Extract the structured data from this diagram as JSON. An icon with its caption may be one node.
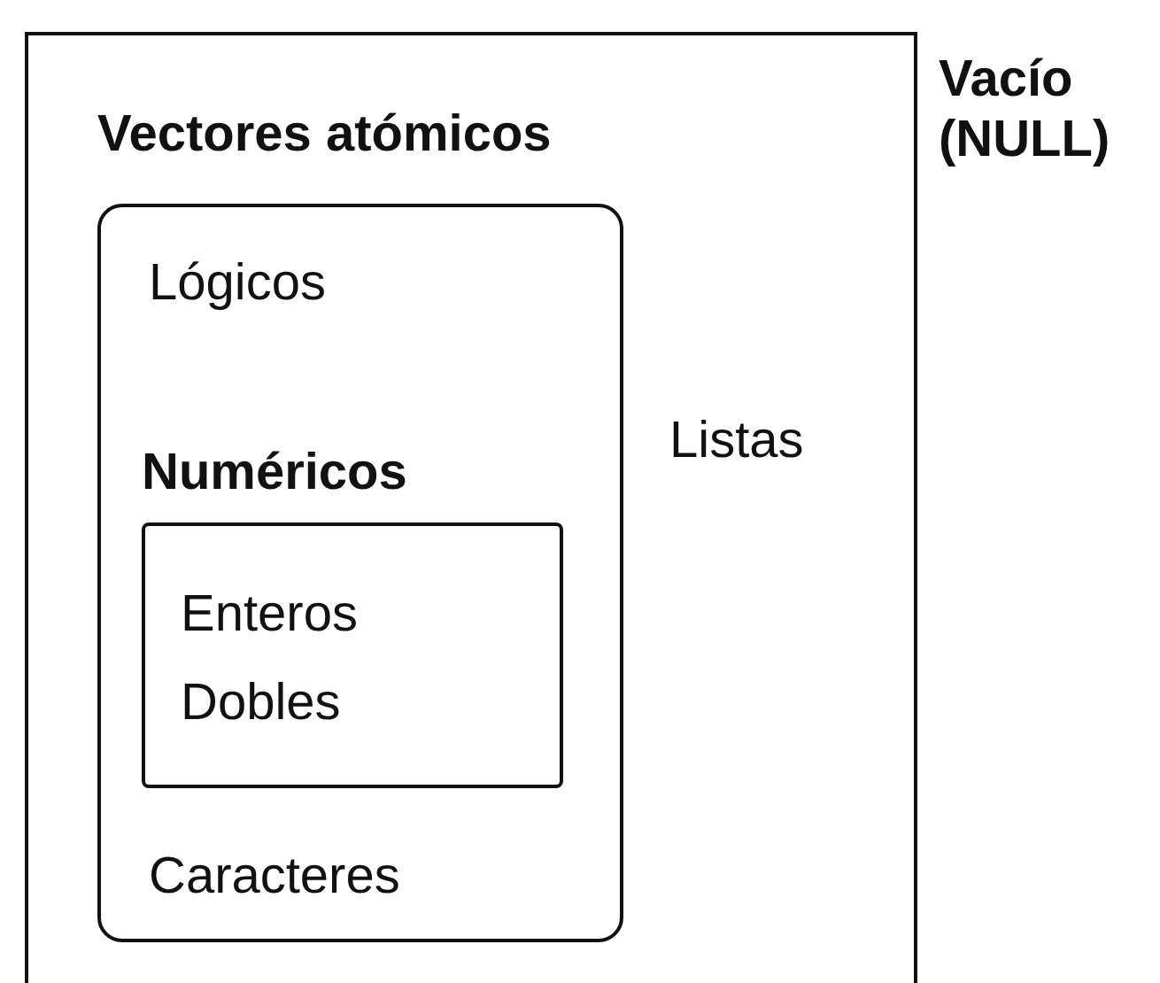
{
  "diagram": {
    "nodes": [
      {
        "text": [],
        "shape": "box"
      },
      {
        "text": [
          "Vectores atómicos",
          "Lógicos",
          "Caracteres"
        ],
        "in": 0
      },
      {
        "text": [
          "Numéricos",
          "Enteros",
          "Dobles"
        ],
        "in": 1
      }
    ],
    "labels": [
      "Listas",
      "Vacío (NULL)"
    ]
  }
}
